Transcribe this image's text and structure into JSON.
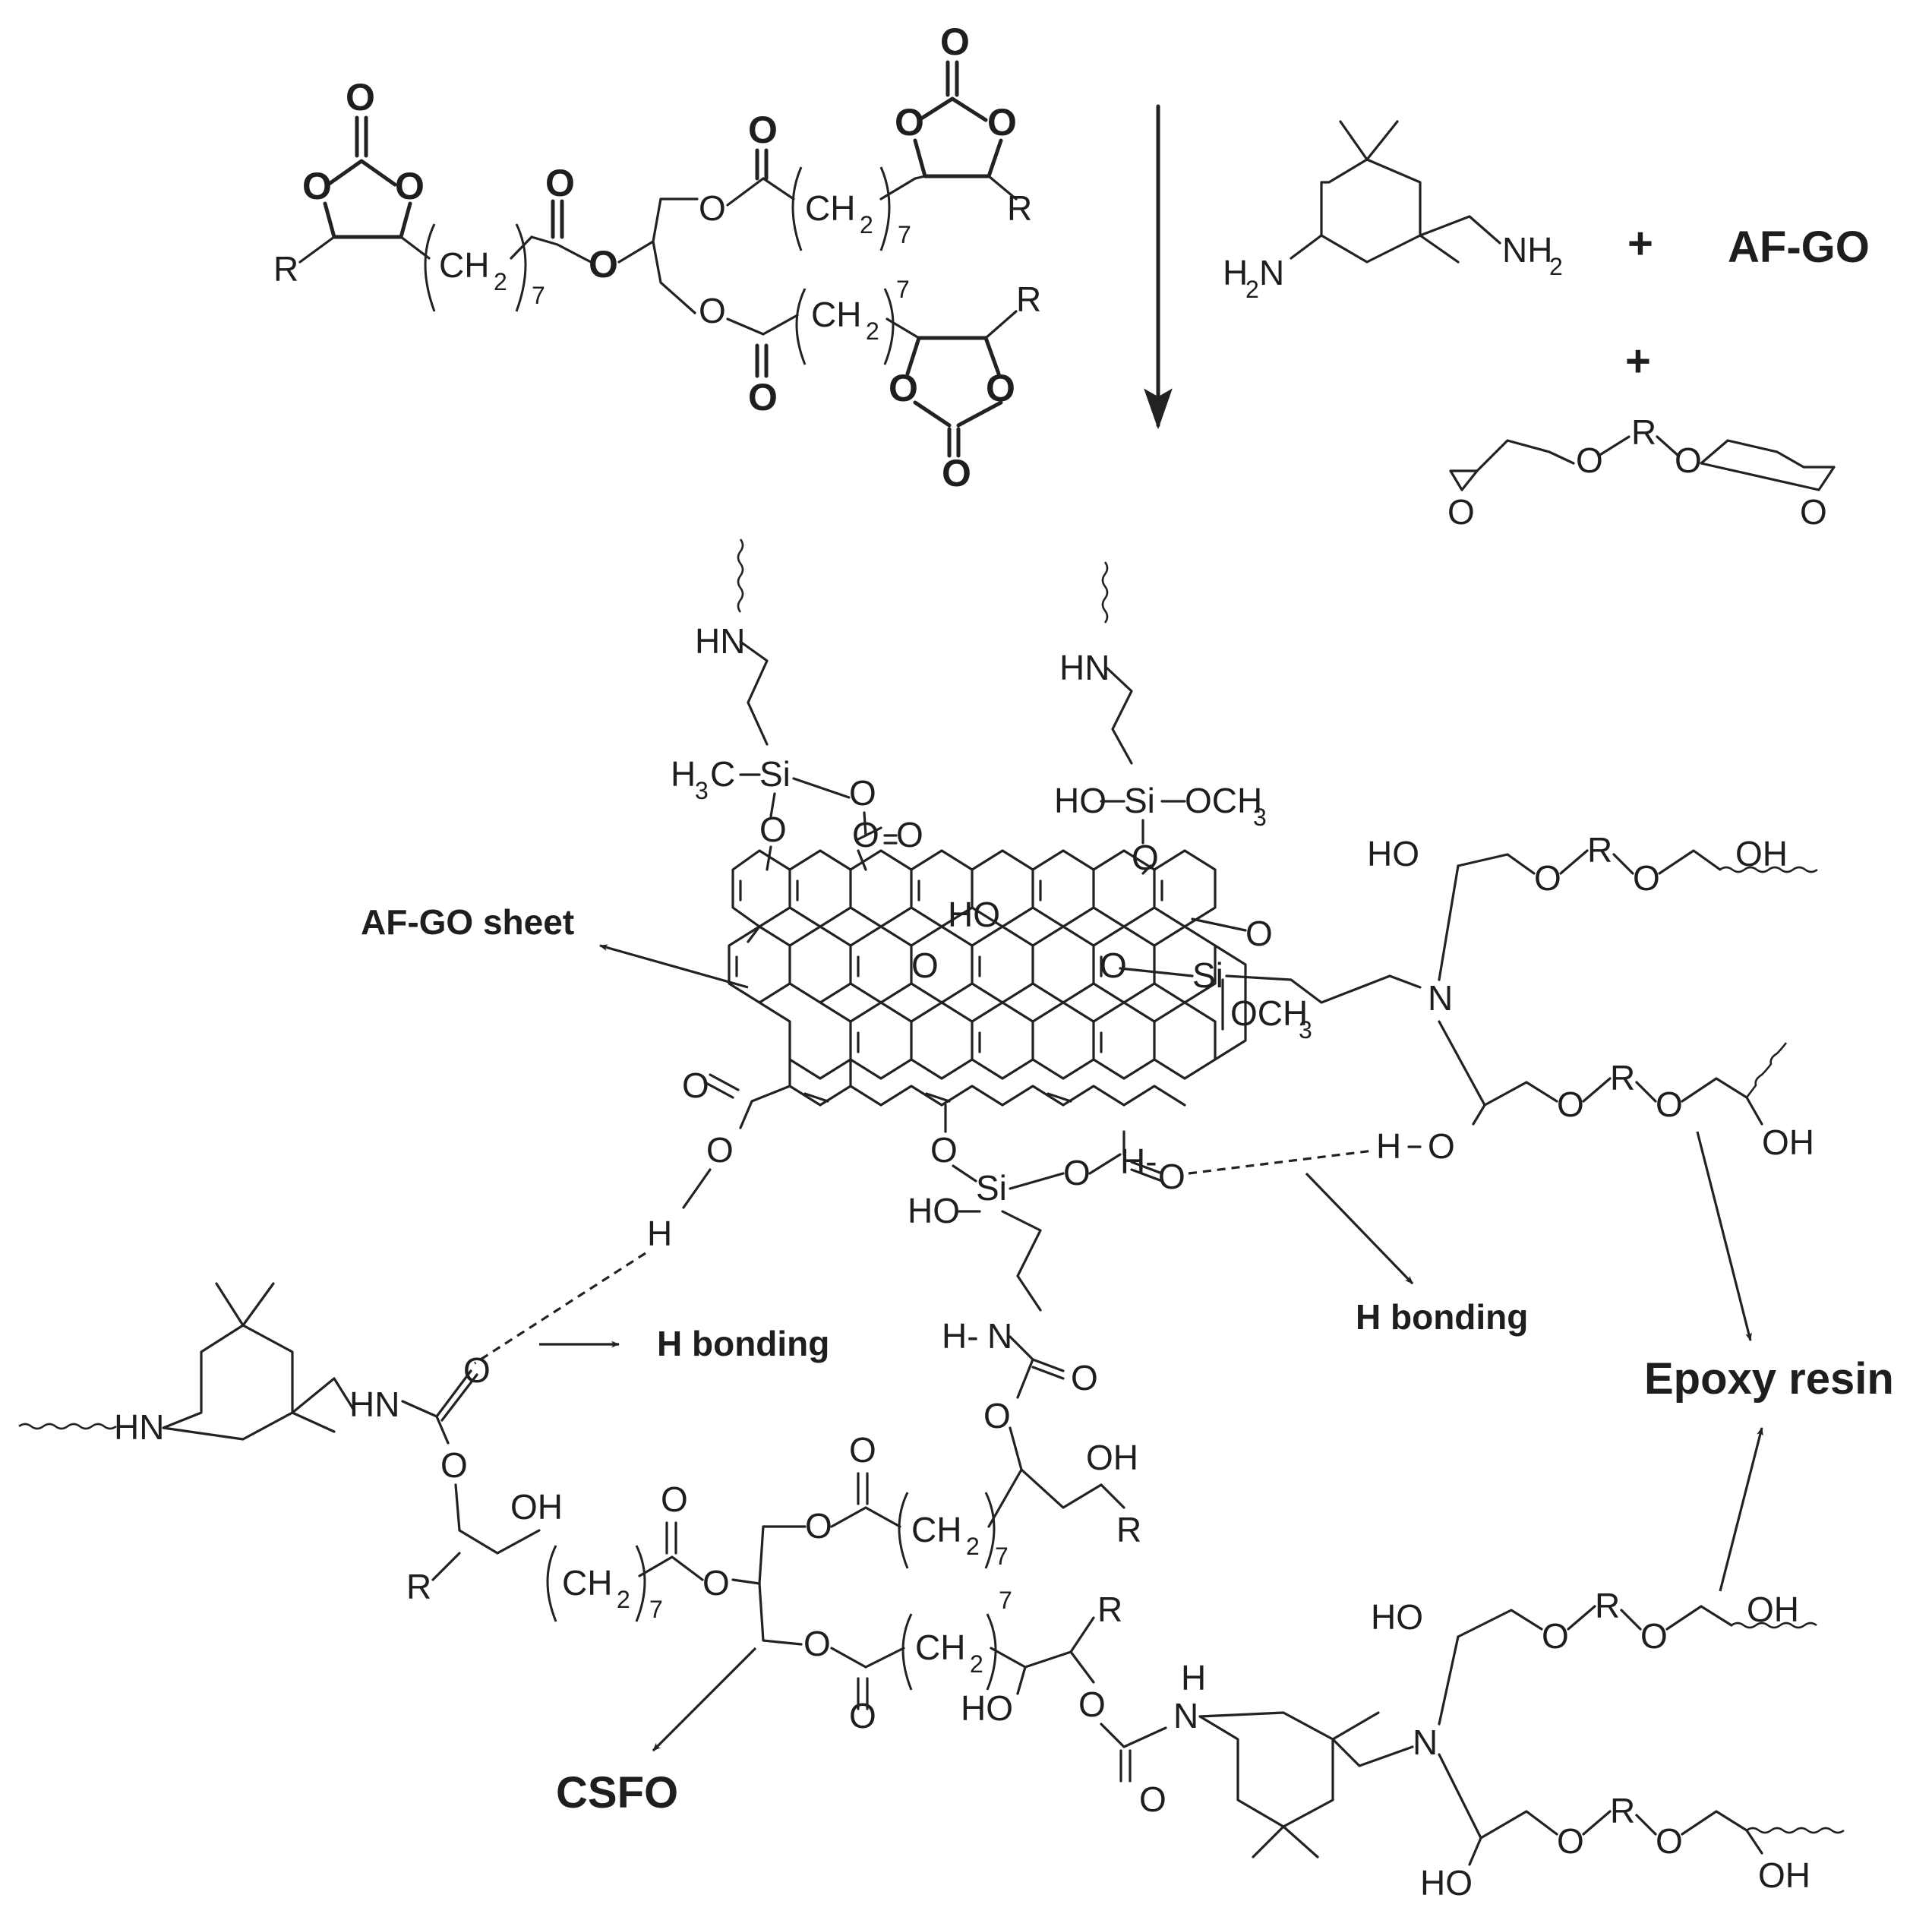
{
  "reaction": {
    "reagents_bold_label": "AF-GO",
    "plus": "+"
  },
  "labels": {
    "af_go_sheet": "AF-GO sheet",
    "h_bonding_left": "H bonding",
    "h_bonding_right": "H bonding",
    "epoxy_resin": "Epoxy resin",
    "csfo": "CSFO"
  },
  "atoms": {
    "O": "O",
    "R": "R",
    "N": "N",
    "H": "H",
    "HN": "HN",
    "NH2": "NH",
    "H2N": "H",
    "H2N_tail": "N",
    "sub2": "2",
    "sub7": "7",
    "sub3": "3",
    "ch2": "CH",
    "OH": "OH",
    "HO": "HO",
    "Si": "Si",
    "H3C": "H",
    "H3C_tail": "C",
    "OCH3": "OCH",
    "H_dash": "H-"
  }
}
